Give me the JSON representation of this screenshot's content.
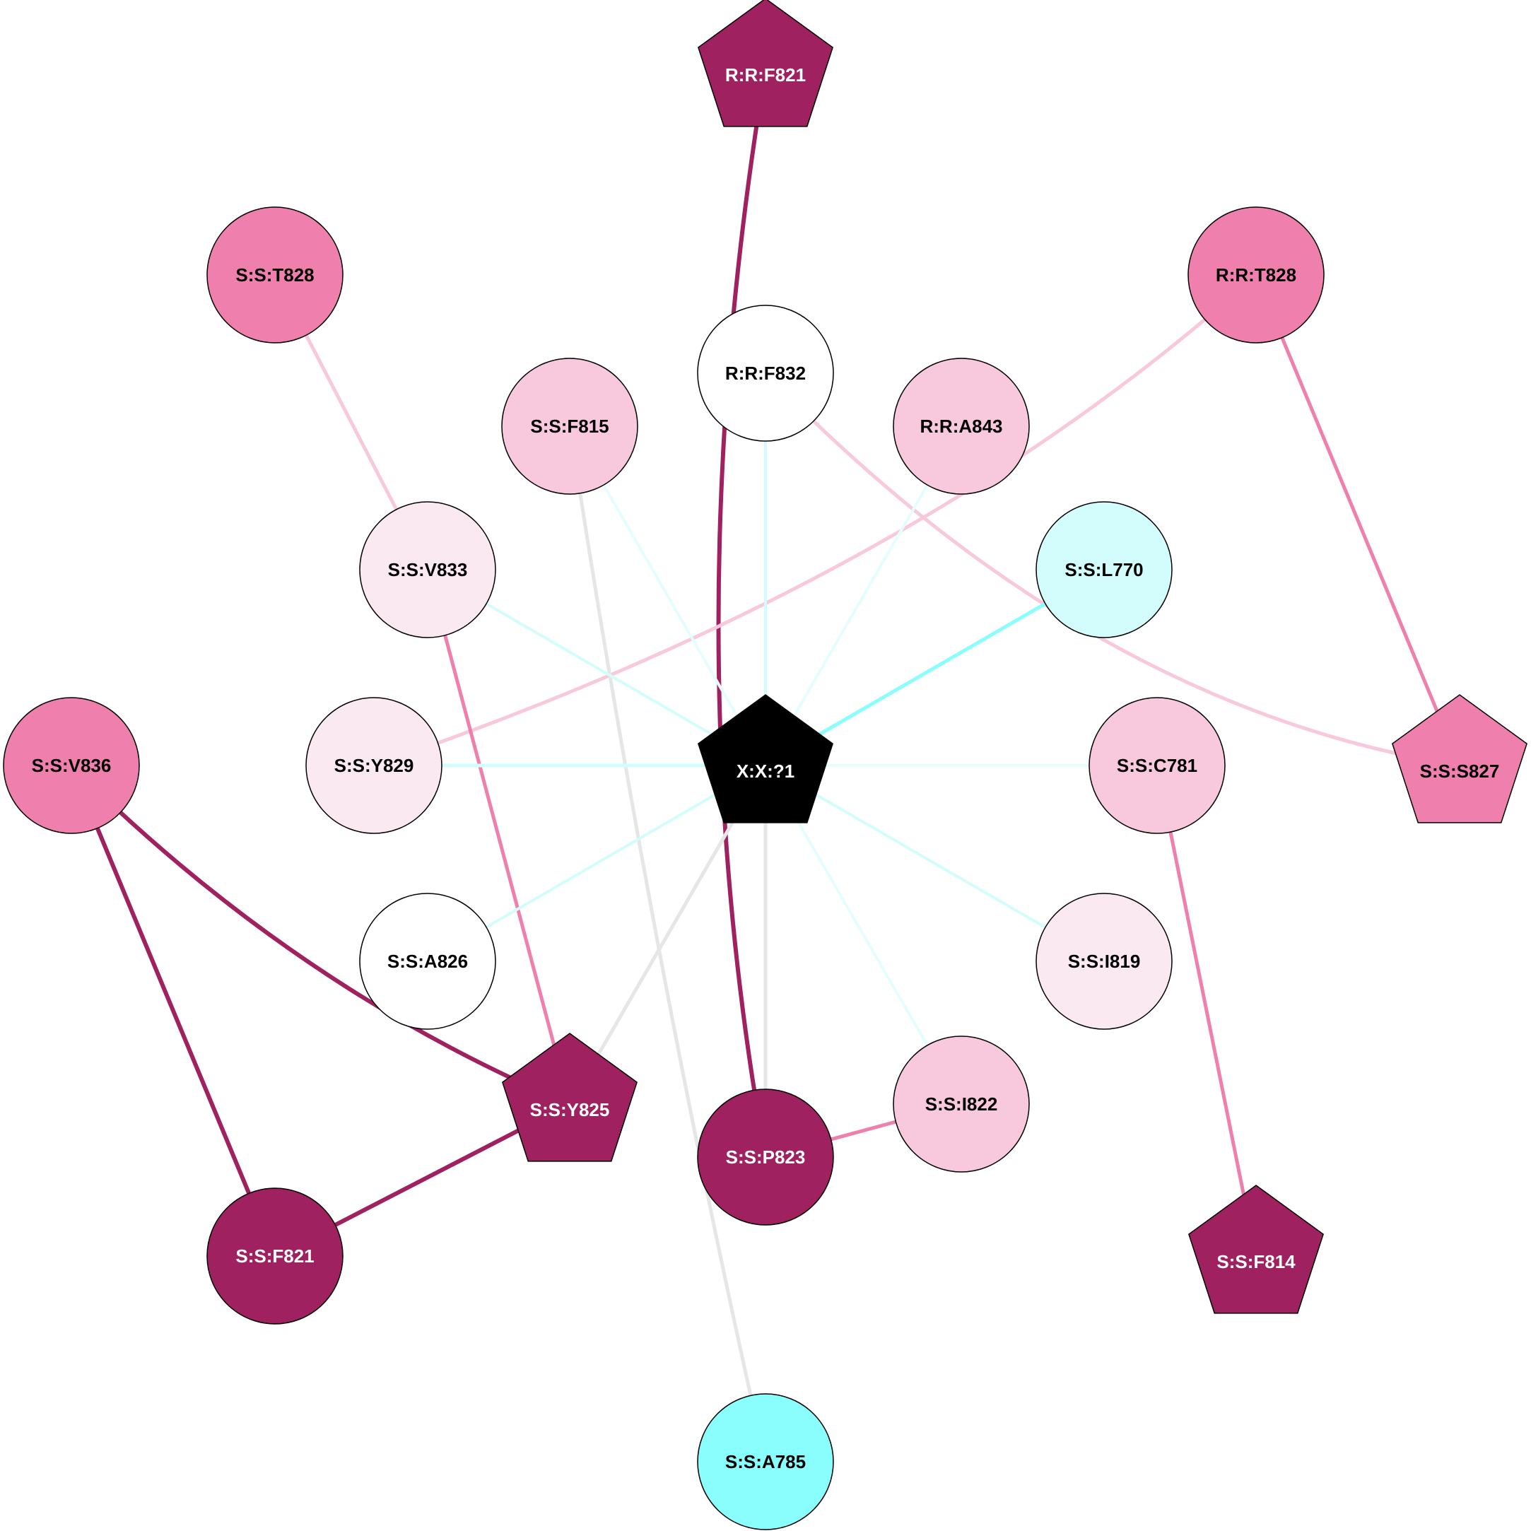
{
  "nodes": [
    {
      "id": "R:R:F821",
      "shape": "pentagon",
      "fill": "#a0215f",
      "text_color": "#ffffff"
    },
    {
      "id": "S:S:T828",
      "shape": "circle",
      "fill": "#ef7fad",
      "text_color": "#000000"
    },
    {
      "id": "R:R:T828",
      "shape": "circle",
      "fill": "#ef7fad",
      "text_color": "#000000"
    },
    {
      "id": "R:R:F832",
      "shape": "circle",
      "fill": "#ffffff",
      "text_color": "#000000"
    },
    {
      "id": "S:S:F815",
      "shape": "circle",
      "fill": "#f8c8dc",
      "text_color": "#000000"
    },
    {
      "id": "R:R:A843",
      "shape": "circle",
      "fill": "#f8c8dc",
      "text_color": "#000000"
    },
    {
      "id": "S:S:V833",
      "shape": "circle",
      "fill": "#fbe9f1",
      "text_color": "#000000"
    },
    {
      "id": "S:S:L770",
      "shape": "circle",
      "fill": "#d3fdfd",
      "text_color": "#000000"
    },
    {
      "id": "S:S:V836",
      "shape": "circle",
      "fill": "#ef7fad",
      "text_color": "#000000"
    },
    {
      "id": "S:S:Y829",
      "shape": "circle",
      "fill": "#fbe9f1",
      "text_color": "#000000"
    },
    {
      "id": "X:X:?1",
      "shape": "pentagon",
      "fill": "#000000",
      "text_color": "#ffffff"
    },
    {
      "id": "S:S:C781",
      "shape": "circle",
      "fill": "#f8c8dc",
      "text_color": "#000000"
    },
    {
      "id": "S:S:S827",
      "shape": "pentagon",
      "fill": "#ef7fad",
      "text_color": "#000000"
    },
    {
      "id": "S:S:A826",
      "shape": "circle",
      "fill": "#ffffff",
      "text_color": "#000000"
    },
    {
      "id": "S:S:I819",
      "shape": "circle",
      "fill": "#fbe9f1",
      "text_color": "#000000"
    },
    {
      "id": "S:S:Y825",
      "shape": "pentagon",
      "fill": "#a0215f",
      "text_color": "#ffffff"
    },
    {
      "id": "S:S:I822",
      "shape": "circle",
      "fill": "#f8c8dc",
      "text_color": "#000000"
    },
    {
      "id": "S:S:P823",
      "shape": "circle",
      "fill": "#a0215f",
      "text_color": "#ffffff"
    },
    {
      "id": "S:S:F821",
      "shape": "circle",
      "fill": "#a0215f",
      "text_color": "#ffffff"
    },
    {
      "id": "S:S:F814",
      "shape": "pentagon",
      "fill": "#a0215f",
      "text_color": "#ffffff"
    },
    {
      "id": "S:S:A785",
      "shape": "circle",
      "fill": "#8afdfd",
      "text_color": "#000000"
    }
  ],
  "edges": [
    {
      "from": "R:R:F821",
      "to": "S:S:P823",
      "color": "#a0215f",
      "weight": "strong"
    },
    {
      "from": "S:S:T828",
      "to": "S:S:V833",
      "color": "#f8c8dc",
      "weight": "medium"
    },
    {
      "from": "R:R:T828",
      "to": "S:S:Y829",
      "color": "#f8c8dc",
      "weight": "medium"
    },
    {
      "from": "R:R:T828",
      "to": "S:S:S827",
      "color": "#ef7fad",
      "weight": "medium"
    },
    {
      "from": "R:R:F832",
      "to": "S:S:S827",
      "color": "#f8c8dc",
      "weight": "medium"
    },
    {
      "from": "R:R:F832",
      "to": "X:X:?1",
      "color": "#d3fdfd",
      "weight": "thin"
    },
    {
      "from": "S:S:F815",
      "to": "X:X:?1",
      "color": "#e4fdfd",
      "weight": "thin"
    },
    {
      "from": "S:S:F815",
      "to": "S:S:A785",
      "color": "#e6e6e6",
      "weight": "medium"
    },
    {
      "from": "R:R:A843",
      "to": "X:X:?1",
      "color": "#e4fdfd",
      "weight": "thin"
    },
    {
      "from": "S:S:V833",
      "to": "X:X:?1",
      "color": "#d3fdfd",
      "weight": "thin"
    },
    {
      "from": "S:S:V833",
      "to": "S:S:Y825",
      "color": "#ef7fad",
      "weight": "medium"
    },
    {
      "from": "S:S:L770",
      "to": "X:X:?1",
      "color": "#8afdfd",
      "weight": "medium"
    },
    {
      "from": "S:S:Y829",
      "to": "X:X:?1",
      "color": "#d3fdfd",
      "weight": "medium"
    },
    {
      "from": "S:S:V836",
      "to": "S:S:Y825",
      "color": "#a0215f",
      "weight": "strong"
    },
    {
      "from": "S:S:V836",
      "to": "S:S:F821",
      "color": "#a0215f",
      "weight": "strong"
    },
    {
      "from": "X:X:?1",
      "to": "S:S:C781",
      "color": "#e4fdfd",
      "weight": "thin"
    },
    {
      "from": "X:X:?1",
      "to": "S:S:A826",
      "color": "#d3fdfd",
      "weight": "thin"
    },
    {
      "from": "X:X:?1",
      "to": "S:S:I819",
      "color": "#d3fdfd",
      "weight": "thin"
    },
    {
      "from": "X:X:?1",
      "to": "S:S:I822",
      "color": "#e4fdfd",
      "weight": "thin"
    },
    {
      "from": "X:X:?1",
      "to": "S:S:P823",
      "color": "#e6e6e6",
      "weight": "medium"
    },
    {
      "from": "X:X:?1",
      "to": "S:S:Y825",
      "color": "#e6e6e6",
      "weight": "medium"
    },
    {
      "from": "S:S:C781",
      "to": "S:S:F814",
      "color": "#ef7fad",
      "weight": "medium"
    },
    {
      "from": "S:S:I822",
      "to": "S:S:P823",
      "color": "#ef7fad",
      "weight": "medium"
    },
    {
      "from": "S:S:Y825",
      "to": "S:S:F821",
      "color": "#a0215f",
      "weight": "strong"
    }
  ]
}
